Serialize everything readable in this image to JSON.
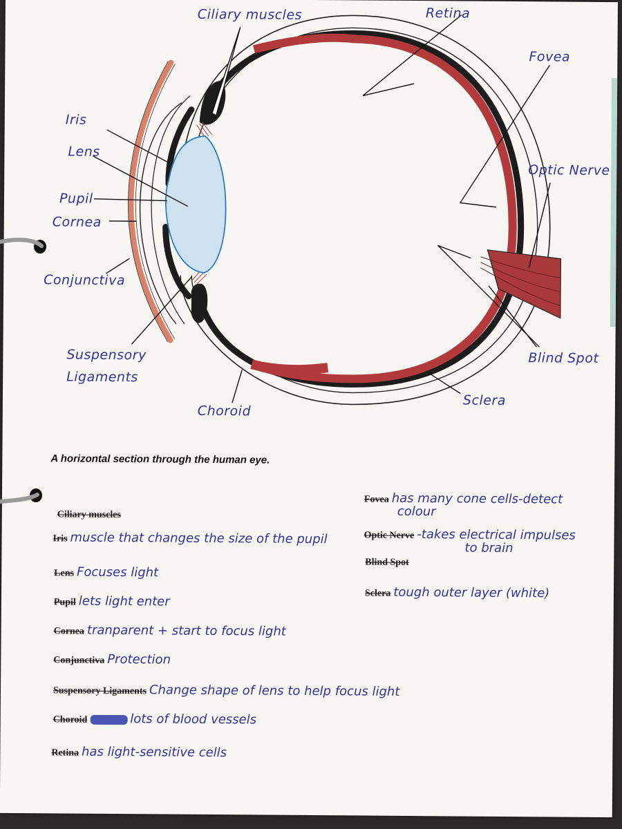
{
  "diagram": {
    "caption": "A horizontal section through the human eye.",
    "labels": {
      "ciliary_muscles": "Ciliary muscles",
      "retina": "Retina",
      "fovea": "Fovea",
      "iris": "Iris",
      "lens": "Lens",
      "optic_nerve": "Optic Nerve",
      "pupil": "Pupil",
      "cornea": "Cornea",
      "conjunctiva": "Conjunctiva",
      "suspensory_ligaments_1": "Suspensory",
      "suspensory_ligaments_2": "Ligaments",
      "blind_spot": "Blind Spot",
      "choroid": "Choroid",
      "sclera": "Sclera"
    },
    "colors": {
      "retina": "#b23a3c",
      "choroid": "#1c1c1c",
      "lens": "#cfe0ee",
      "conjunctiva": "#d9826b",
      "ink": "#2f3596"
    }
  },
  "glossary": {
    "ciliary_muscles": {
      "term": "Ciliary muscles",
      "def": ""
    },
    "iris": {
      "term": "Iris",
      "def": "muscle that changes the size of the pupil"
    },
    "lens": {
      "term": "Lens",
      "def": "Focuses light"
    },
    "pupil": {
      "term": "Pupil",
      "def": "lets light enter"
    },
    "cornea": {
      "term": "Cornea",
      "def": "tranparent + start to focus light"
    },
    "conjunctiva": {
      "term": "Conjunctiva",
      "def": "Protection"
    },
    "suspensory_ligaments": {
      "term": "Suspensory Ligaments",
      "def": "Change shape of lens to help focus light"
    },
    "choroid": {
      "term": "Choroid",
      "def": "lots of blood vessels"
    },
    "retina": {
      "term": "Retina",
      "def": "has light-sensitive cells"
    },
    "fovea": {
      "term": "Fovea",
      "def": "has many cone cells-detect",
      "def_line2": "colour"
    },
    "optic_nerve": {
      "term": "Optic Nerve",
      "def": "-takes electrical impulses",
      "def_line2": "to brain"
    },
    "blind_spot": {
      "term": "Blind Spot",
      "def": ""
    },
    "sclera": {
      "term": "Sclera",
      "def": "tough outer layer (white)"
    }
  }
}
